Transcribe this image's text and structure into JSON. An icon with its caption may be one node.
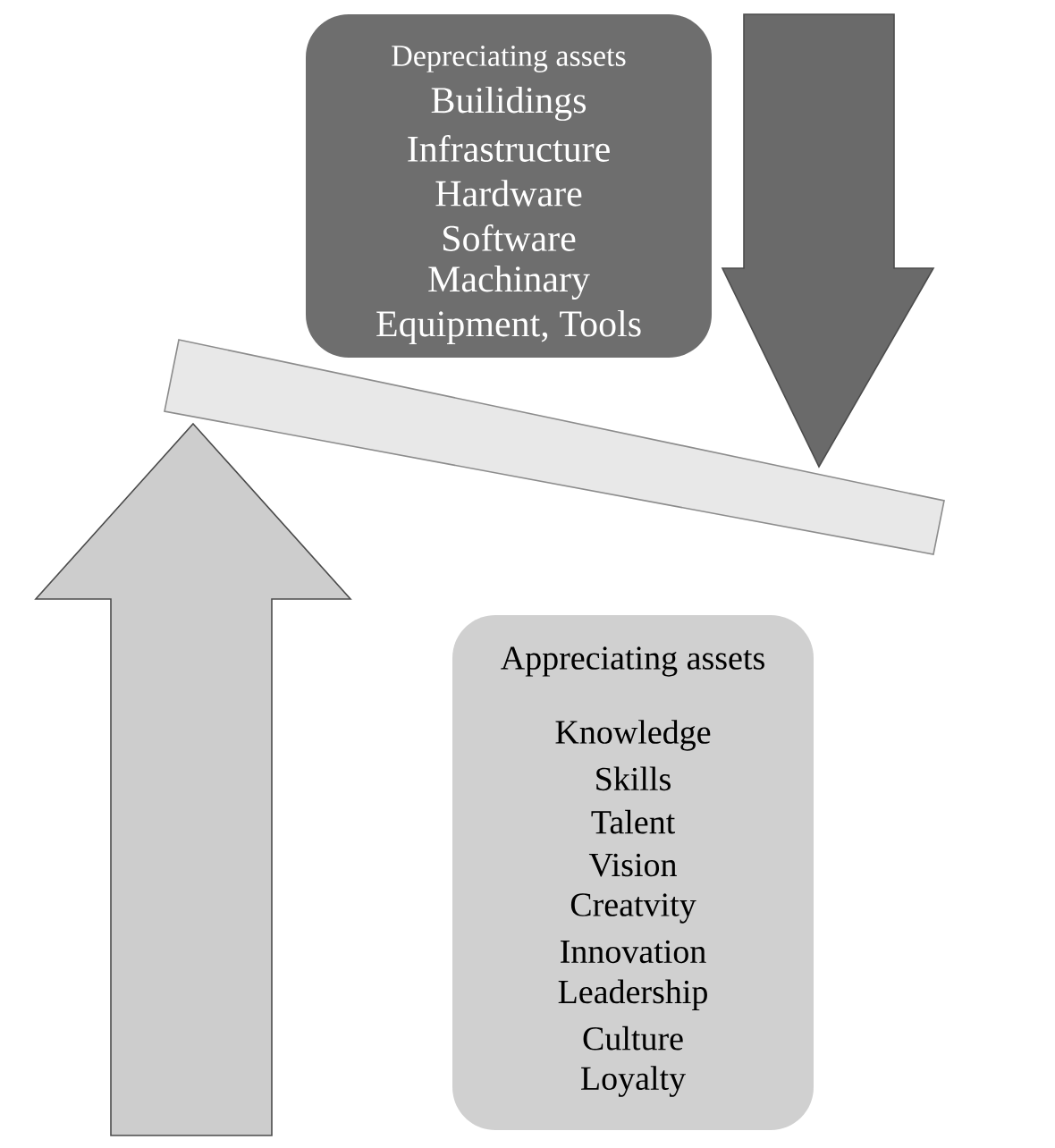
{
  "diagram": {
    "nodes": [
      {
        "text": [
          "Depreciating assets",
          "Builidings",
          "Infrastructure",
          "Hardware",
          "Software",
          "Machinary",
          "Equipment, Tools"
        ]
      },
      {
        "text": [],
        "shape": "arrow"
      },
      {
        "text": [],
        "shape": "bar"
      },
      {
        "text": [],
        "shape": "arrow"
      },
      {
        "text": [
          "Appreciating assets",
          "Knowledge",
          "Skills",
          "Talent",
          "Vision",
          "Creatvity",
          "Innovation",
          "Leadership",
          "Culture",
          "Loyalty"
        ]
      }
    ],
    "edges": []
  }
}
